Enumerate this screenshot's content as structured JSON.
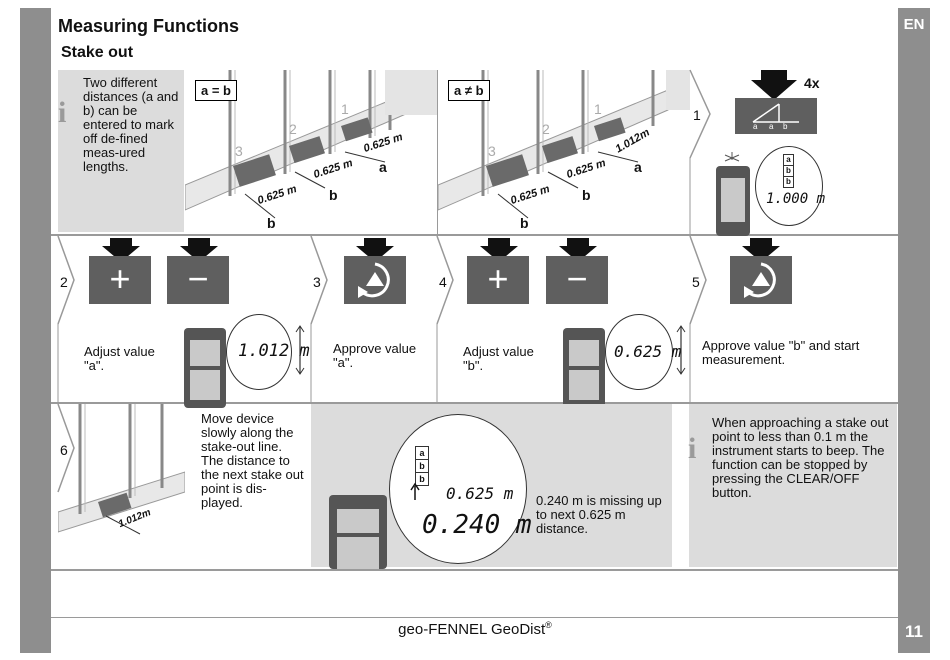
{
  "header": {
    "title": "Measuring Functions",
    "subtitle": "Stake out",
    "lang": "EN",
    "page_number": "11"
  },
  "footer": {
    "product": "geo-FENNEL GeoDist",
    "reg": "®"
  },
  "intro": {
    "info_text": "Two different distances (a and b) can be entered to mark off de-fined meas-ured lengths.",
    "label_equal": "a = b",
    "label_notequal": "a ≠ b",
    "equal_labels": [
      "1",
      "2",
      "3"
    ],
    "equal_dims": [
      "0.625 m",
      "0.625 m",
      "0.625 m"
    ],
    "equal_letters": [
      "a",
      "b",
      "b"
    ],
    "notequal_labels": [
      "1",
      "2",
      "3"
    ],
    "notequal_dims": [
      "1.012m",
      "0.625 m",
      "0.625 m"
    ],
    "notequal_letters": [
      "a",
      "b",
      "b"
    ]
  },
  "step1": {
    "num": "1",
    "count": "4x",
    "display": "1.000 m",
    "marks": [
      "a",
      "b",
      "b"
    ],
    "key_marks": [
      "a",
      "a",
      "b"
    ]
  },
  "step2": {
    "num": "2",
    "plus": "+",
    "minus": "−",
    "text": "Adjust value \"a\".",
    "display": "1.012 m"
  },
  "step3": {
    "num": "3",
    "text": "Approve value \"a\"."
  },
  "step4": {
    "num": "4",
    "plus": "+",
    "minus": "−",
    "text": "Adjust value \"b\".",
    "display": "0.625 m"
  },
  "step5": {
    "num": "5",
    "text": "Approve value \"b\" and start measurement."
  },
  "step6": {
    "num": "6",
    "dim": "1.012m",
    "text": "Move device slowly along the stake-out line. The distance to the next stake out point is dis-played.",
    "display_small": "0.625 m",
    "display_big": "0.240 m",
    "marks": [
      "a",
      "b",
      "b"
    ],
    "missing_text": "0.240 m is missing up to next 0.625 m distance.",
    "info_text": "When approaching a stake out point to less than 0.1 m the instrument starts to beep. The function can be stopped by pressing the CLEAR/OFF button."
  }
}
